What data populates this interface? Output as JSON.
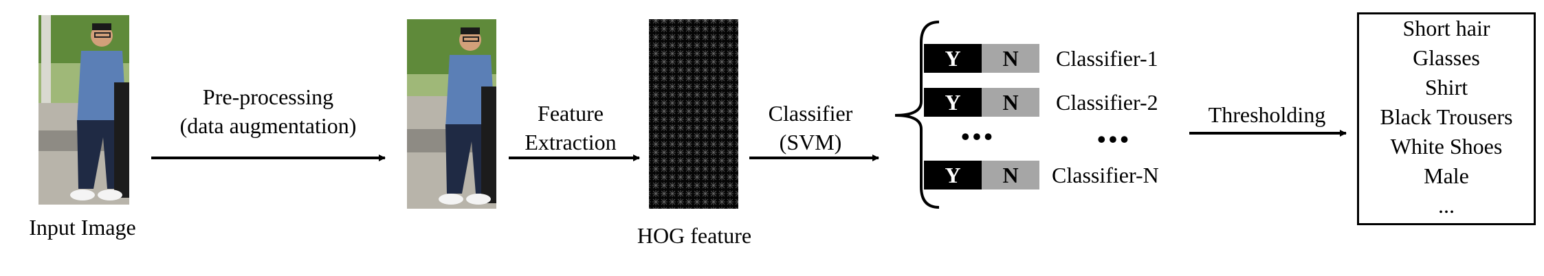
{
  "labels": {
    "input_image": "Input Image",
    "preprocessing_line1": "Pre-processing",
    "preprocessing_line2": "(data augmentation)",
    "feature_line1": "Feature",
    "feature_line2": "Extraction",
    "hog_feature": "HOG feature",
    "classifier_line1": "Classifier",
    "classifier_line2": "(SVM)",
    "thresholding": "Thresholding"
  },
  "classifiers": [
    {
      "yes": "Y",
      "no": "N",
      "name": "Classifier-1"
    },
    {
      "yes": "Y",
      "no": "N",
      "name": "Classifier-2"
    },
    {
      "yes": "Y",
      "no": "N",
      "name": "Classifier-N"
    }
  ],
  "ellipsis": "•••",
  "attributes": [
    "Short hair",
    "Glasses",
    "Shirt",
    "Black Trousers",
    "White Shoes",
    "Male",
    "..."
  ],
  "colors": {
    "yes_bg": "#000000",
    "no_bg": "#a6a6a6",
    "shirt": "#5b7fb6",
    "trousers": "#1f2a44",
    "foliage": "#5f8a3a"
  }
}
